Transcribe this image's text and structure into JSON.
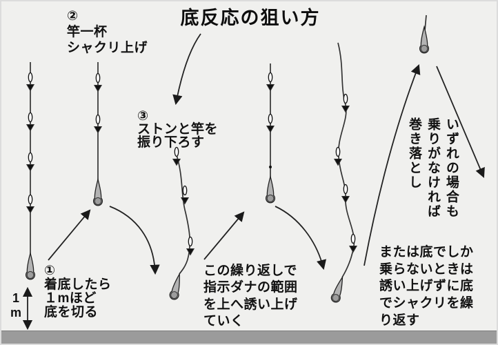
{
  "title": "底反応の狙い方",
  "steps": {
    "step1": "①\n着底したら\n１mほど\n底を切る",
    "step2": "②\n竿一杯\nシャクリ上げ",
    "step3": "③\nストンと竿を\n振り下ろす"
  },
  "notes": {
    "repeat": "この繰り返しで\n指示ダナの範囲\nを上へ誘い上げ\nていく",
    "bottom_only": "または底でしか\n乗らないときは\n誘い上げずに底\nでシャクリを繰\nり返す",
    "no_bite": "いずれの場合も\n乗りがなければ\n巻き落とし"
  },
  "measure": {
    "label": "1\nm"
  },
  "colors": {
    "background": "#f0f0ee",
    "floor": "#9b9b9b",
    "ink": "#111111",
    "weight_fill": "#b3b3b3"
  },
  "icons": {
    "rigs": [
      "rig-on-bottom",
      "rig-lifted",
      "rig-dropping",
      "rig-lifted-again",
      "rig-dropping-2",
      "rig-at-top"
    ],
    "arrows": [
      "arrow-lift-1",
      "arrow-drop-1",
      "arrow-swing-down",
      "arrow-lift-2",
      "arrow-drop-2",
      "arrow-lift-3",
      "arrow-wind-down",
      "measure-1m-arrow"
    ]
  }
}
